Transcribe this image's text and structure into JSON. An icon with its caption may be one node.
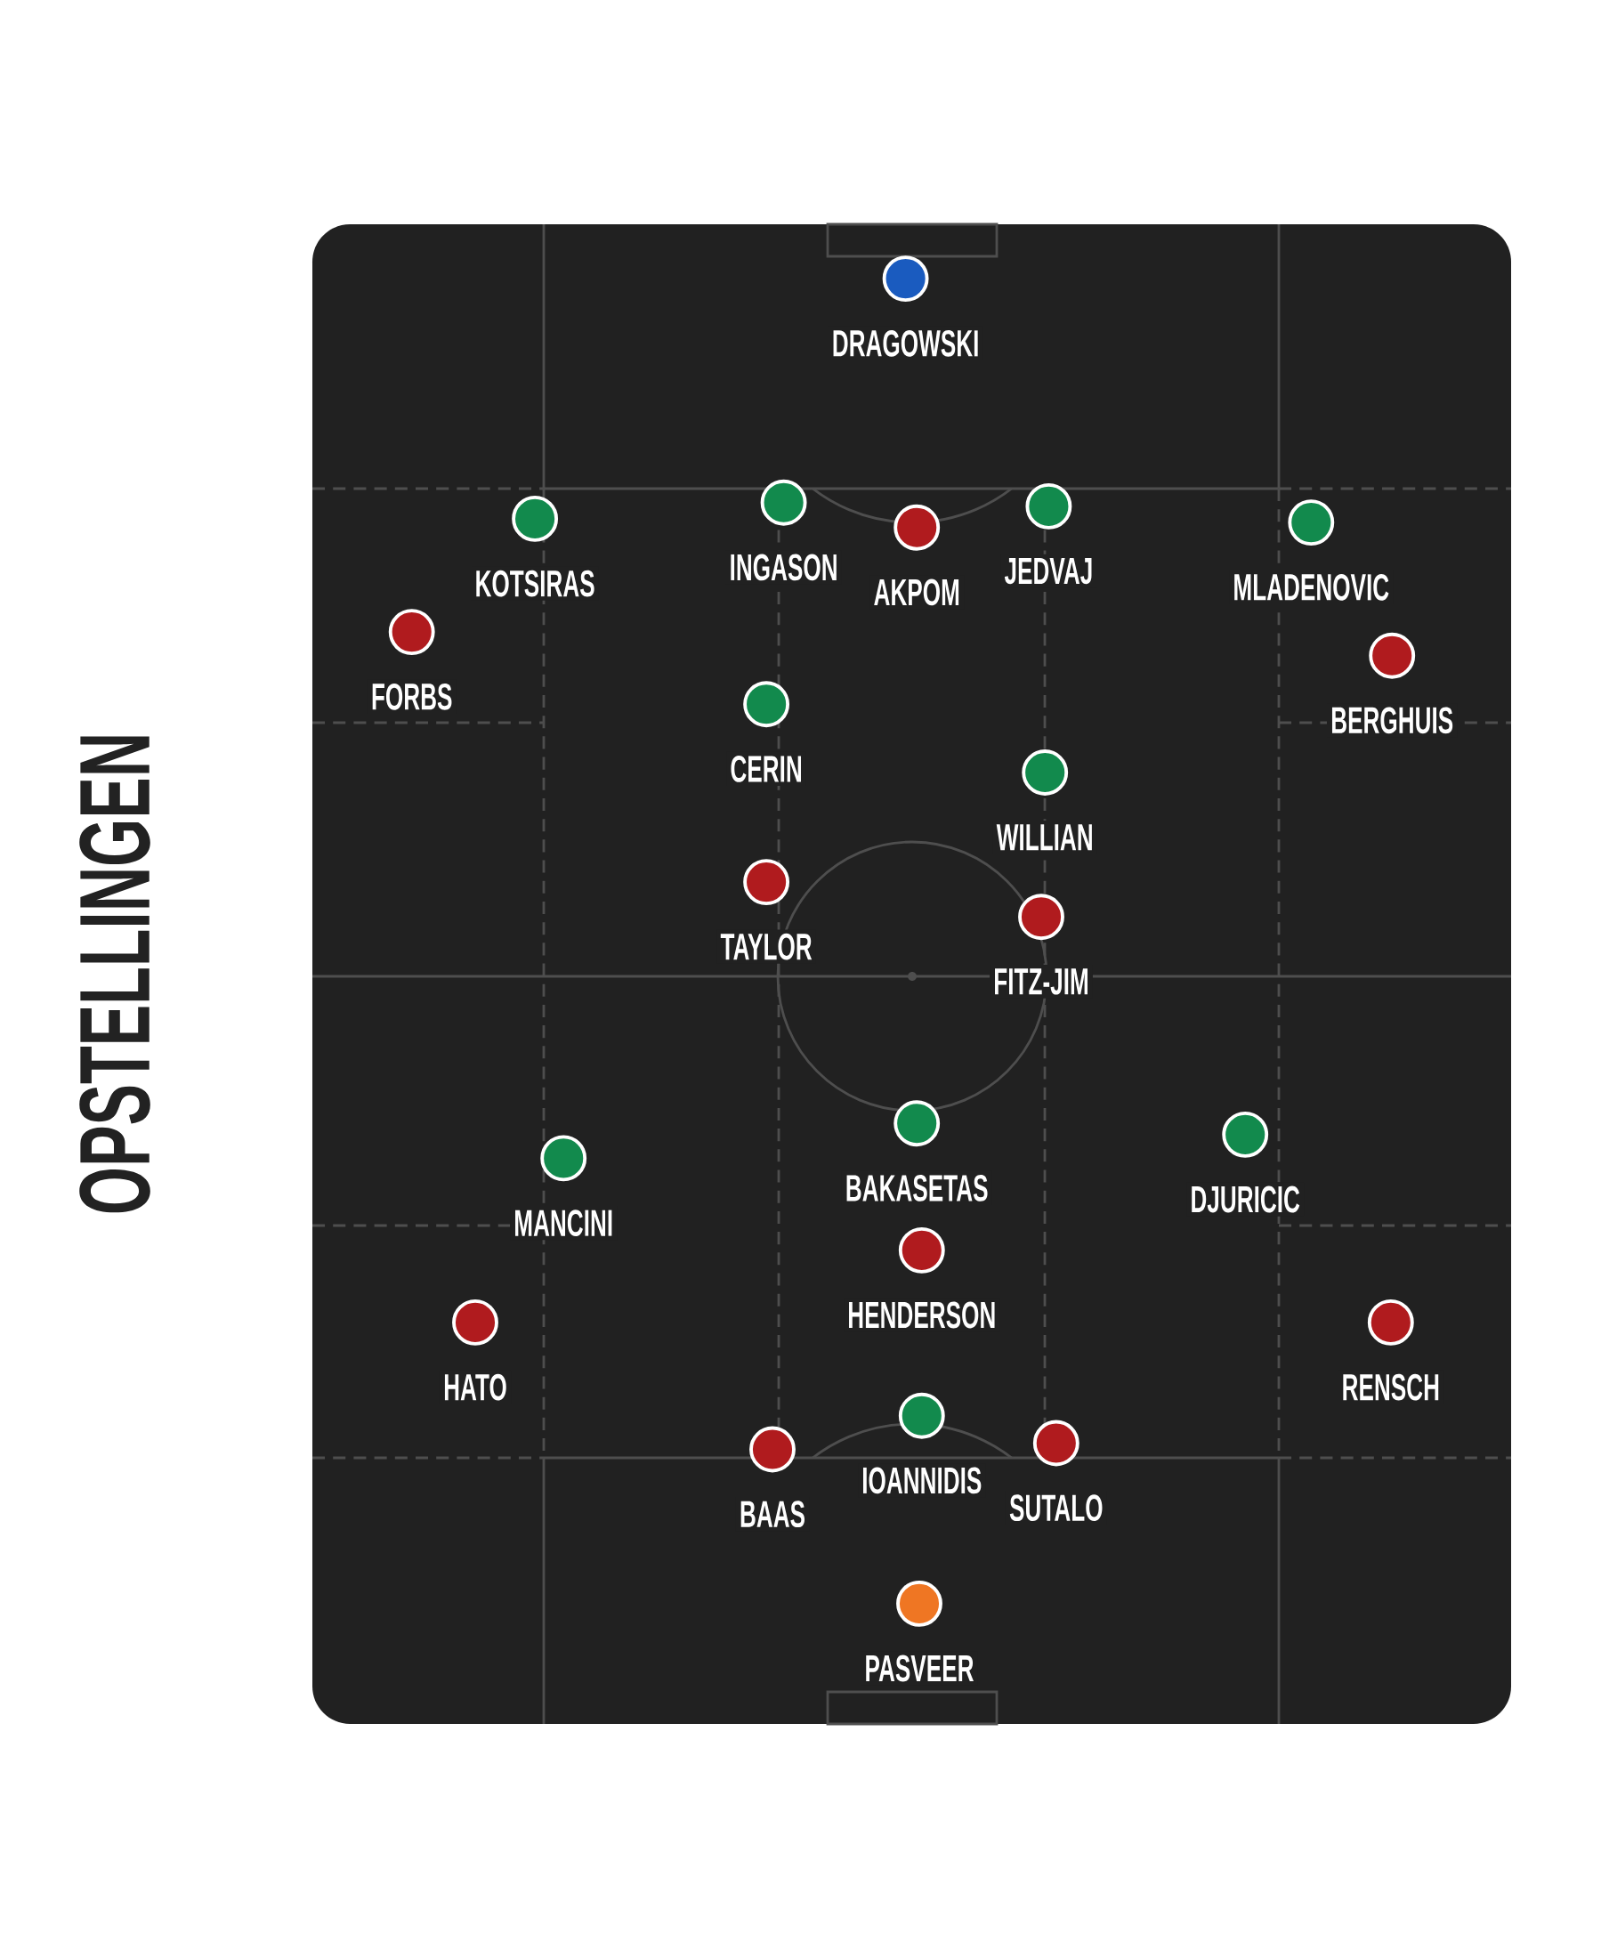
{
  "diagram": {
    "title": "OPSTELLINGEN",
    "nodes": [
      {
        "text": [
          "DRAGOWSKI"
        ]
      },
      {
        "text": [
          "KOTSIRAS"
        ]
      },
      {
        "text": [
          "INGASON"
        ]
      },
      {
        "text": [
          "AKPOM"
        ]
      },
      {
        "text": [
          "JEDVAJ"
        ]
      },
      {
        "text": [
          "MLADENOVIC"
        ]
      },
      {
        "text": [
          "FORBS"
        ]
      },
      {
        "text": [
          "BERGHUIS"
        ]
      },
      {
        "text": [
          "CERIN"
        ]
      },
      {
        "text": [
          "WILLIAN"
        ]
      },
      {
        "text": [
          "TAYLOR"
        ]
      },
      {
        "text": [
          "FITZ-JIM"
        ]
      },
      {
        "text": [
          "MANCINI"
        ]
      },
      {
        "text": [
          "BAKASETAS"
        ]
      },
      {
        "text": [
          "DJURICIC"
        ]
      },
      {
        "text": [
          "HENDERSON"
        ]
      },
      {
        "text": [
          "HATO"
        ]
      },
      {
        "text": [
          "RENSCH"
        ]
      },
      {
        "text": [
          "BAAS"
        ]
      },
      {
        "text": [
          "IOANNIDIS"
        ]
      },
      {
        "text": [
          "SUTALO"
        ]
      },
      {
        "text": [
          "PASVEER"
        ]
      }
    ]
  }
}
